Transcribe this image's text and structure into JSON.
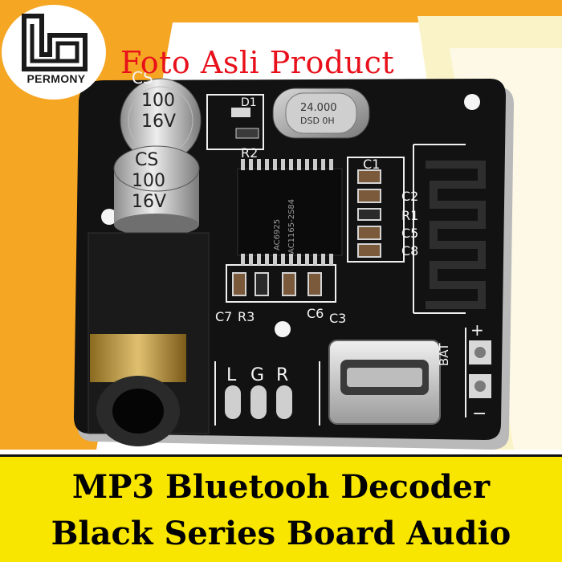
{
  "logo": {
    "brand": "PERMONY"
  },
  "watermark": {
    "text": "Foto Asli Product"
  },
  "banner": {
    "line1": "MP3 Bluetooh Decoder",
    "line2": "Black Series Board Audio"
  },
  "board": {
    "capacitor_top": [
      "CS",
      "100",
      "16V"
    ],
    "capacitor_bottom": [
      "CS",
      "100",
      "16V"
    ],
    "crystal": [
      "24.000",
      "DSD 0H"
    ],
    "chip_marking": [
      "AC6925",
      "AC1165-2S84"
    ],
    "silk_labels": {
      "d1": "D1",
      "r2": "R2",
      "c1": "C1",
      "c2": "C2",
      "r1": "R1",
      "c5": "C5",
      "c8": "C8",
      "c7": "C7",
      "r3": "R3",
      "c6": "C6",
      "c3": "C3",
      "l": "L",
      "g": "G",
      "r": "R",
      "bat": "BAT",
      "plus": "+",
      "minus": "−"
    }
  },
  "colors": {
    "orange": "#f5a623",
    "cream": "#fbf3c8",
    "banner_yellow": "#f8e500",
    "pcb_black": "#121212",
    "watermark_red": "#e8101b"
  }
}
